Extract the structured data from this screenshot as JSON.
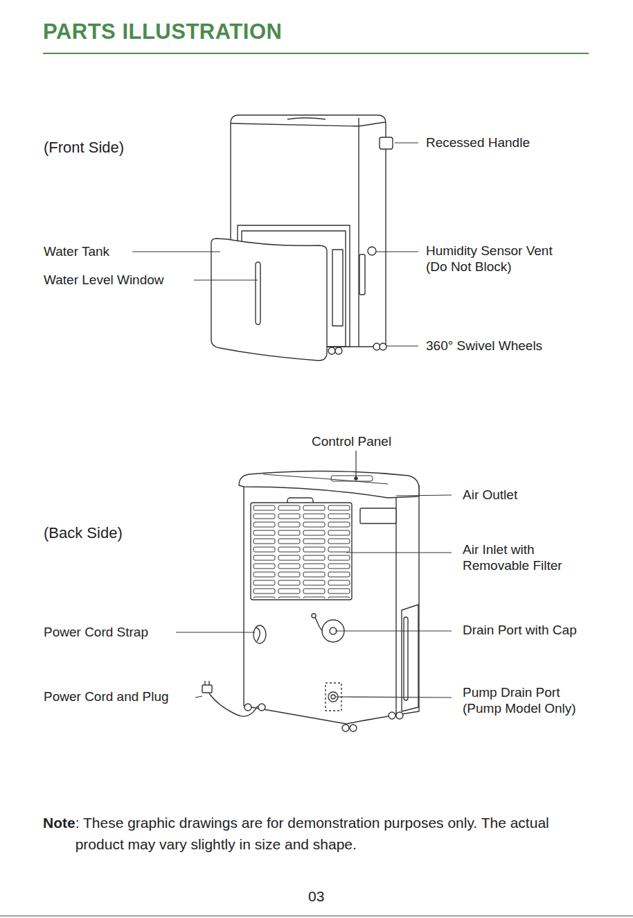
{
  "diagram": {
    "title": "PARTS ILLUSTRATION",
    "labels": [
      "(Front Side)",
      "Recessed Handle",
      "Water Tank",
      "Water Level Window",
      "Humidity Sensor Vent (Do Not Block)",
      "360° Swivel Wheels",
      "Control Panel",
      "Air Outlet",
      "(Back Side)",
      "Air Inlet with Removable Filter",
      "Power Cord Strap",
      "Drain Port with Cap",
      "Power Cord and Plug",
      "Pump Drain Port (Pump Model Only)",
      "Note",
      ": These graphic drawings are for demonstration purposes only. The actual product may vary slightly in size and shape.",
      "03"
    ]
  }
}
